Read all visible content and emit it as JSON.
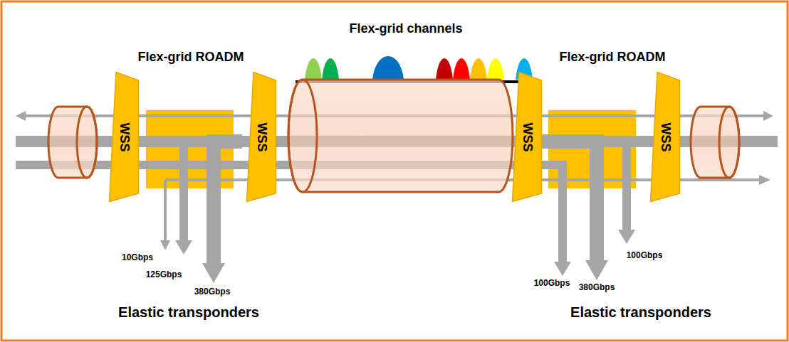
{
  "diagram": {
    "nodes": [
      {
        "text": [
          "WSS"
        ]
      },
      {
        "text": [
          "WSS"
        ]
      },
      {
        "text": [
          "WSS"
        ]
      },
      {
        "text": [
          "WSS"
        ]
      }
    ],
    "labels": [
      "Flex-grid channels",
      "Flex-grid ROADM",
      "Flex-grid ROADM",
      "10Gbps",
      "125Gbps",
      "380Gbps",
      "100Gbps",
      "380Gbps",
      "100Gbps",
      "Elastic transponders",
      "Elastic transponders"
    ]
  }
}
